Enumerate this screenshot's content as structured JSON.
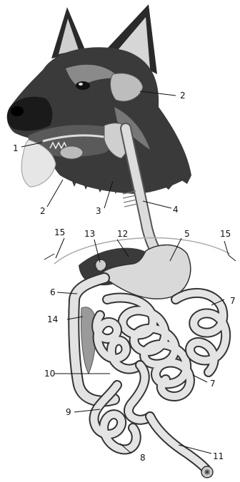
{
  "figure": {
    "labels": [
      {
        "id": "l1",
        "text": "1"
      },
      {
        "id": "l2a",
        "text": "2"
      },
      {
        "id": "l2b",
        "text": "2"
      },
      {
        "id": "l3",
        "text": "3"
      },
      {
        "id": "l4",
        "text": "4"
      },
      {
        "id": "l5",
        "text": "5"
      },
      {
        "id": "l6",
        "text": "6"
      },
      {
        "id": "l7a",
        "text": "7"
      },
      {
        "id": "l7b",
        "text": "7"
      },
      {
        "id": "l8",
        "text": "8"
      },
      {
        "id": "l9",
        "text": "9"
      },
      {
        "id": "l10",
        "text": "10"
      },
      {
        "id": "l11",
        "text": "11"
      },
      {
        "id": "l12",
        "text": "12"
      },
      {
        "id": "l13",
        "text": "13"
      },
      {
        "id": "l14",
        "text": "14"
      },
      {
        "id": "l15a",
        "text": "15"
      },
      {
        "id": "l15b",
        "text": "15"
      }
    ]
  }
}
